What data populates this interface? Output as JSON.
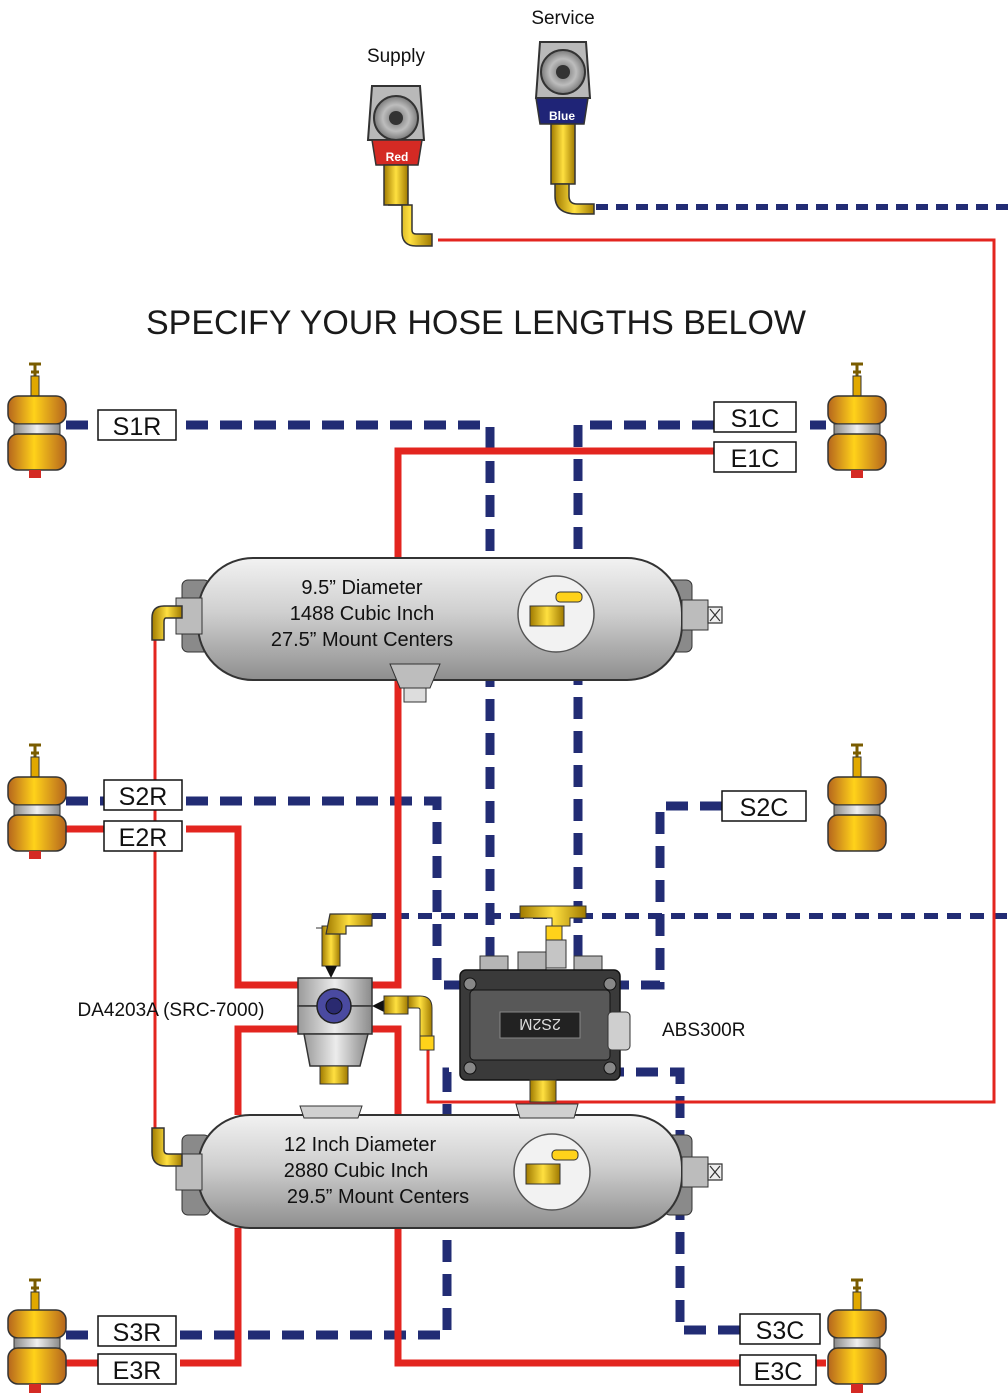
{
  "heading": "SPECIFY YOUR HOSE LENGTHS BELOW",
  "gladhands": {
    "supply": {
      "label": "Supply",
      "tag": "Red",
      "color": "#d42a24"
    },
    "service": {
      "label": "Service",
      "tag": "Blue",
      "color": "#1f2477"
    }
  },
  "hose_labels": {
    "s1r": "S1R",
    "s1c": "S1C",
    "e1c": "E1C",
    "s2r": "S2R",
    "e2r": "E2R",
    "s2c": "S2C",
    "s3r": "S3R",
    "e3r": "E3R",
    "s3c": "S3C",
    "e3c": "E3C"
  },
  "tank_top": {
    "line1": "9.5” Diameter",
    "line2": "1488 Cubic Inch",
    "line3": "27.5” Mount Centers"
  },
  "tank_bottom": {
    "line1": "12 Inch Diameter",
    "line2": "2880 Cubic Inch",
    "line3": "29.5” Mount Centers"
  },
  "relay_valve": {
    "label": "DA4203A  (SRC-7000)"
  },
  "abs_module": {
    "label": "ABS300R",
    "badge": "2S2M"
  },
  "colors": {
    "emergency_line": "#e3251f",
    "service_line": "#222c74",
    "tank": "#c8c8c8",
    "chamber": "#f2b600"
  }
}
